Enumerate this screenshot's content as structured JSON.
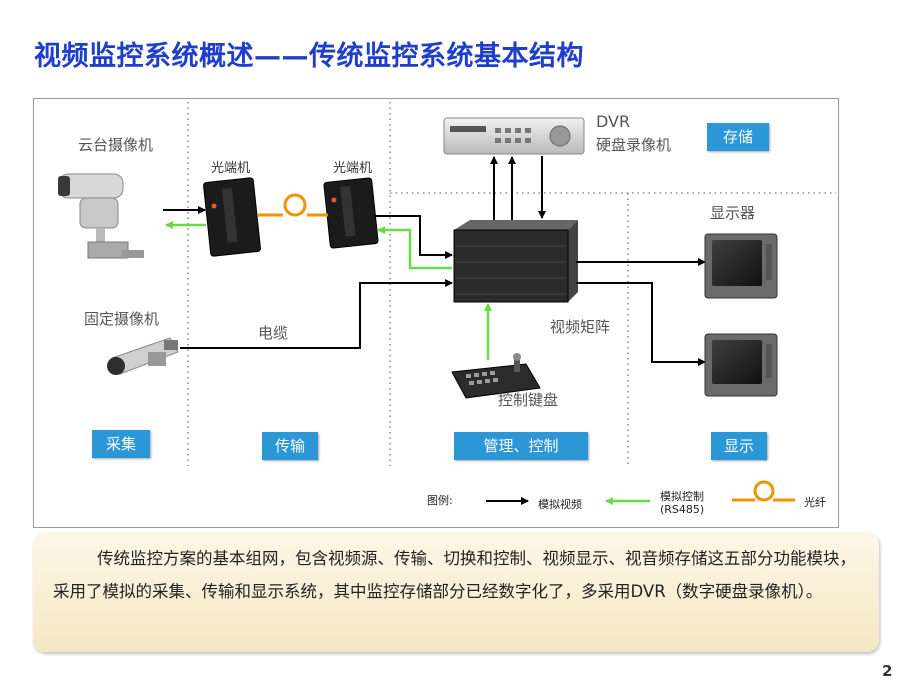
{
  "slide": {
    "title": "视频监控系统概述——传统监控系统基本结构",
    "page_number": "2"
  },
  "devices": {
    "ptz_camera": "云台摄像机",
    "fixed_camera": "固定摄像机",
    "optical_transceiver_1": "光端机",
    "optical_transceiver_2": "光端机",
    "cable": "电缆",
    "dvr_abbr": "DVR",
    "dvr_name": "硬盘录像机",
    "display": "显示器",
    "video_matrix": "视频矩阵",
    "keyboard": "控制键盘"
  },
  "categories": {
    "storage": "存储",
    "capture": "采集",
    "transmission": "传输",
    "management": "管理、控制",
    "display": "显示"
  },
  "legend": {
    "label": "图例:",
    "analog_video": "模拟视频",
    "analog_control_line1": "模拟控制",
    "analog_control_line2": "(RS485)",
    "fiber": "光纤"
  },
  "colors": {
    "title": "#1f3ec9",
    "category_badge": "#2b97d6",
    "control_line": "#66dd44",
    "fiber": "#f39200",
    "video_line": "#000000"
  },
  "description": "传统监控方案的基本组网，包含视频源、传输、切换和控制、视频显示、视音频存储这五部分功能模块， 采用了模拟的采集、传输和显示系统，其中监控存储部分已经数字化了，多采用DVR（数字硬盘录像机）。"
}
